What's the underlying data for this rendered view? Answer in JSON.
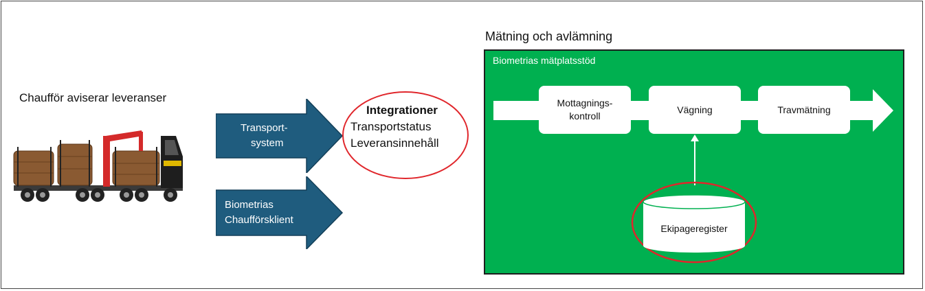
{
  "left_title": "Chaufför aviserar leveranser",
  "arrows": {
    "transport_line1": "Transport-",
    "transport_line2": "system",
    "klient_line1": "Biometrias",
    "klient_line2": "Chaufförsklient"
  },
  "integration": {
    "title": "Integrationer",
    "line1": "Transportstatus",
    "line2": "Leveransinnehåll"
  },
  "right_title": "Mätning och avlämning",
  "green_box": {
    "title": "Biometrias mätplatsstöd",
    "steps": [
      {
        "line1": "Mottagnings-",
        "line2": "kontroll"
      },
      {
        "line1": "Vägning",
        "line2": ""
      },
      {
        "line1": "Travmätning",
        "line2": ""
      }
    ],
    "register": "Ekipageregister"
  },
  "colors": {
    "arrow_fill": "#1f5c7e",
    "green": "#00b050",
    "highlight_ring": "#e0262b",
    "truck_red": "#d42a2a",
    "log_brown": "#8a5a32"
  },
  "icons": [
    "truck-illustration",
    "flow-arrow",
    "database-cylinder"
  ]
}
